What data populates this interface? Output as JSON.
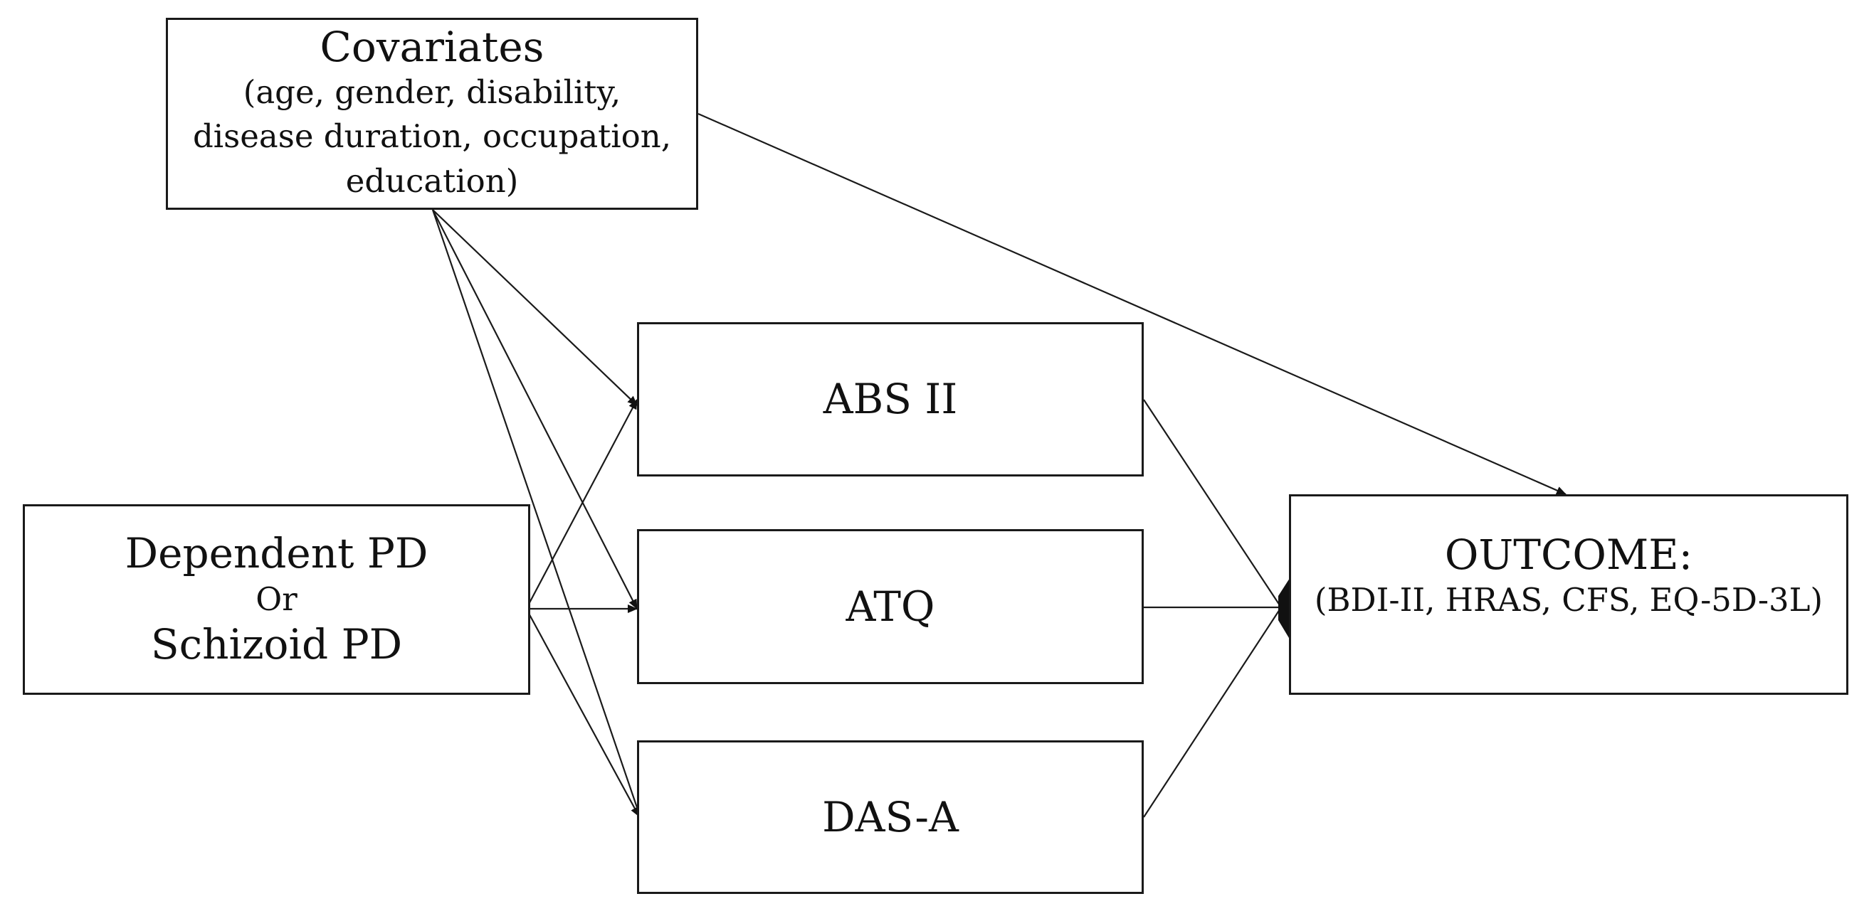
{
  "diagram": {
    "covariates": {
      "title": "Covariates",
      "lines": [
        "(age, gender, disability,",
        "disease duration, occupation,",
        "education)"
      ]
    },
    "predictor": {
      "line1": "Dependent PD",
      "line2": "Or",
      "line3": "Schizoid PD"
    },
    "mediators": {
      "abs": "ABS II",
      "atq": "ATQ",
      "das": "DAS-A"
    },
    "outcome": {
      "title": "OUTCOME:",
      "measures": "(BDI-II, HRAS, CFS, EQ-5D-3L)"
    },
    "edges": [
      {
        "from": "Covariates",
        "to": "ABS II"
      },
      {
        "from": "Covariates",
        "to": "ATQ"
      },
      {
        "from": "Covariates",
        "to": "DAS-A"
      },
      {
        "from": "Covariates",
        "to": "OUTCOME"
      },
      {
        "from": "Dependent PD / Schizoid PD",
        "to": "ABS II"
      },
      {
        "from": "Dependent PD / Schizoid PD",
        "to": "ATQ"
      },
      {
        "from": "Dependent PD / Schizoid PD",
        "to": "DAS-A"
      },
      {
        "from": "ABS II",
        "to": "OUTCOME"
      },
      {
        "from": "ATQ",
        "to": "OUTCOME"
      },
      {
        "from": "DAS-A",
        "to": "OUTCOME"
      }
    ]
  }
}
